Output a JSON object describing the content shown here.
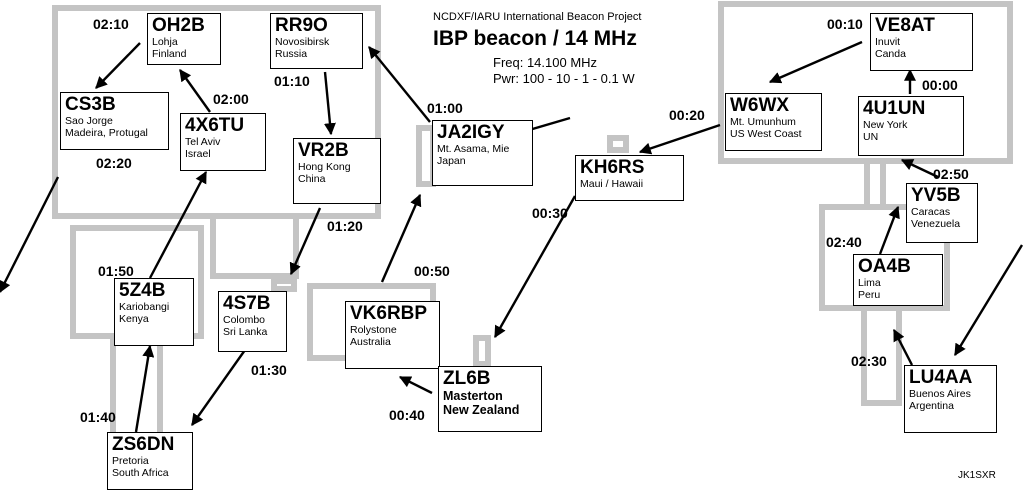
{
  "header": {
    "project": "NCDXF/IARU International Beacon Project",
    "title": "IBP beacon / 14 MHz",
    "freq": "Freq: 14.100 MHz",
    "power": "Pwr: 100 - 10 - 1 - 0.1 W"
  },
  "credit": "JK1SXR",
  "colors": {
    "region_border": "#c4c4c4",
    "text": "#000000"
  },
  "beacons": {
    "oh2b": {
      "call": "OH2B",
      "loc1": "Lohja",
      "loc2": "Finland"
    },
    "rr9o": {
      "call": "RR9O",
      "loc1": "Novosibirsk",
      "loc2": "Russia"
    },
    "cs3b": {
      "call": "CS3B",
      "loc1": "Sao Jorge",
      "loc2": "Madeira, Protugal"
    },
    "x4x6tu": {
      "call": "4X6TU",
      "loc1": "Tel Aviv",
      "loc2": "Israel"
    },
    "vr2b": {
      "call": "VR2B",
      "loc1": "Hong Kong",
      "loc2": "China"
    },
    "ja2igy": {
      "call": "JA2IGY",
      "loc1": "Mt. Asama, Mie",
      "loc2": "Japan"
    },
    "kh6rs": {
      "call": "KH6RS",
      "loc1": "Maui / Hawaii",
      "loc2": ""
    },
    "w6wx": {
      "call": "W6WX",
      "loc1": "Mt. Umunhum",
      "loc2": "US West Coast"
    },
    "ve8at": {
      "call": "VE8AT",
      "loc1": "Inuvit",
      "loc2": "Canda"
    },
    "x4u1un": {
      "call": "4U1UN",
      "loc1": "New York",
      "loc2": "UN"
    },
    "yv5b": {
      "call": "YV5B",
      "loc1": "Caracas",
      "loc2": "Venezuela"
    },
    "oa4b": {
      "call": "OA4B",
      "loc1": "Lima",
      "loc2": "Peru"
    },
    "lu4aa": {
      "call": "LU4AA",
      "loc1": "Buenos Aires",
      "loc2": "Argentina"
    },
    "z5z4b": {
      "call": "5Z4B",
      "loc1": "Kariobangi",
      "loc2": "Kenya"
    },
    "s4s7b": {
      "call": "4S7B",
      "loc1": "Colombo",
      "loc2": "Sri Lanka"
    },
    "vk6rbp": {
      "call": "VK6RBP",
      "loc1": "Rolystone",
      "loc2": "Australia"
    },
    "zl6b": {
      "call": "ZL6B",
      "loc1": "Masterton",
      "loc2": "New Zealand"
    },
    "zs6dn": {
      "call": "ZS6DN",
      "loc1": "Pretoria",
      "loc2": "South Africa"
    }
  },
  "times": {
    "t0210": "02:10",
    "t0200": "02:00",
    "t0110": "01:10",
    "t0220": "02:20",
    "t0100": "01:00",
    "t0020": "00:20",
    "t0010": "00:10",
    "t0000": "00:00",
    "t0030": "00:30",
    "t0250": "02:50",
    "t0120": "01:20",
    "t0240": "02:40",
    "t0150": "01:50",
    "t0050": "00:50",
    "t0130": "01:30",
    "t0230": "02:30",
    "t0040": "00:40",
    "t0140": "01:40"
  }
}
